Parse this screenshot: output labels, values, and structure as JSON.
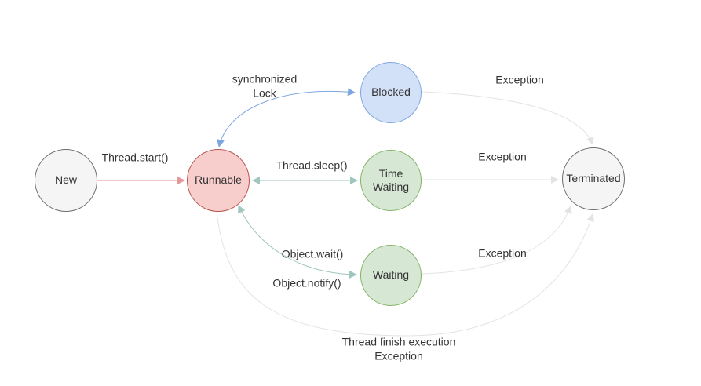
{
  "diagram": {
    "type": "state-diagram",
    "subject": "Java thread lifecycle states and transitions",
    "colors": {
      "background": "#ffffff",
      "text": "#333333",
      "red_arrow": "#e59898",
      "blue_arrow": "#7ea6e0",
      "teal_arrow": "#9fc7bd",
      "gray_arrow": "#e3e3e3",
      "node_gray_fill": "#f5f5f5",
      "node_gray_stroke": "#6e6e6e",
      "node_red_fill": "#f8cecc",
      "node_red_stroke": "#b85450",
      "node_blue_fill": "#d2e1f8",
      "node_blue_stroke": "#7ea6e0",
      "node_green_fill": "#d6e8d4",
      "node_green_stroke": "#82b366"
    },
    "nodes": {
      "new": {
        "label": "New"
      },
      "runnable": {
        "label": "Runnable"
      },
      "blocked": {
        "label": "Blocked"
      },
      "time_waiting": {
        "label": "Time\nWaiting"
      },
      "waiting": {
        "label": "Waiting"
      },
      "terminated": {
        "label": "Terminated"
      }
    },
    "edges": {
      "thread_start": {
        "from": "New",
        "to": "Runnable",
        "label": "Thread.start()",
        "bidirectional": false
      },
      "synchronized_lock": {
        "from": "Runnable",
        "to": "Blocked",
        "label": "synchronized\nLock",
        "bidirectional": true
      },
      "thread_sleep": {
        "from": "Runnable",
        "to": "Time Waiting",
        "label": "Thread.sleep()",
        "bidirectional": true
      },
      "object_wait_notify": {
        "from": "Runnable",
        "to": "Waiting",
        "label_wait": "Object.wait()",
        "label_notify": "Object.notify()",
        "bidirectional": true
      },
      "blocked_exception": {
        "from": "Blocked",
        "to": "Terminated",
        "label": "Exception",
        "bidirectional": false
      },
      "time_waiting_exception": {
        "from": "Time Waiting",
        "to": "Terminated",
        "label": "Exception",
        "bidirectional": false
      },
      "waiting_exception": {
        "from": "Waiting",
        "to": "Terminated",
        "label": "Exception",
        "bidirectional": false
      },
      "thread_finish": {
        "from": "Runnable",
        "to": "Terminated",
        "label": "Thread finish execution\nException",
        "bidirectional": false
      }
    }
  }
}
